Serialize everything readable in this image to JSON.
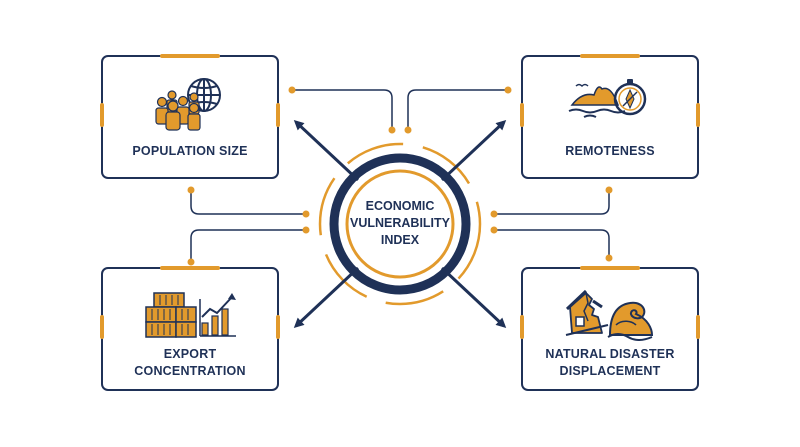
{
  "hub": {
    "label_lines": [
      "ECONOMIC",
      "VULNERABILITY",
      "INDEX"
    ]
  },
  "cards": {
    "population": {
      "label": "POPULATION SIZE",
      "icon": "population-globe-icon"
    },
    "remoteness": {
      "label": "REMOTENESS",
      "icon": "island-compass-icon"
    },
    "export": {
      "label_lines": [
        "EXPORT",
        "CONCENTRATION"
      ],
      "icon": "containers-chart-icon"
    },
    "disaster": {
      "label_lines": [
        "NATURAL DISASTER",
        "DISPLACEMENT"
      ],
      "icon": "collapsed-house-wave-icon"
    }
  },
  "colors": {
    "navy": "#1f3157",
    "gold": "#e29a2c",
    "background": "#ffffff"
  }
}
